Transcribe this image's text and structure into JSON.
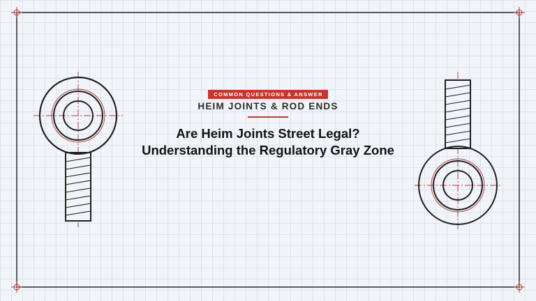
{
  "badge": "COMMON QUESTIONS & ANSWER",
  "subtitle": "HEIM JOINTS & ROD ENDS",
  "title_line1": "Are Heim Joints Street Legal?",
  "title_line2": "Understanding the Regulatory Gray Zone",
  "colors": {
    "accent": "#c0392b",
    "line": "#1f1f1f",
    "grid": "#dde3ec",
    "background": "#f1f4f8"
  },
  "icons": [
    "rod-end-left-drawing",
    "rod-end-right-drawing",
    "corner-registration-mark"
  ]
}
